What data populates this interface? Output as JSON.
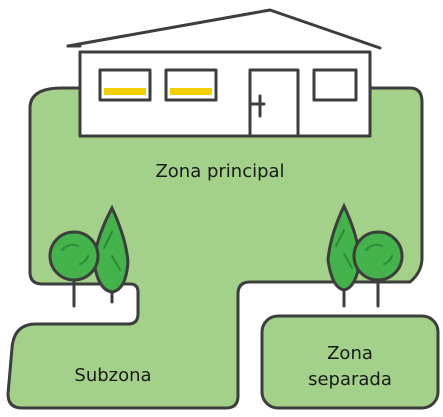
{
  "colors": {
    "stroke": "#3d3d3d",
    "zone_fill": "#a3d189",
    "house_fill": "#ffffff",
    "window_accent": "#f2d000",
    "tree_fill": "#44b34b",
    "tree_detail": "#2f8a37"
  },
  "zones": {
    "main": {
      "label": "Zona principal"
    },
    "sub": {
      "label": "Subzona"
    },
    "separate": {
      "label_line1": "Zona",
      "label_line2": "separada"
    }
  },
  "icons": [
    "house-icon",
    "tree-icon"
  ]
}
